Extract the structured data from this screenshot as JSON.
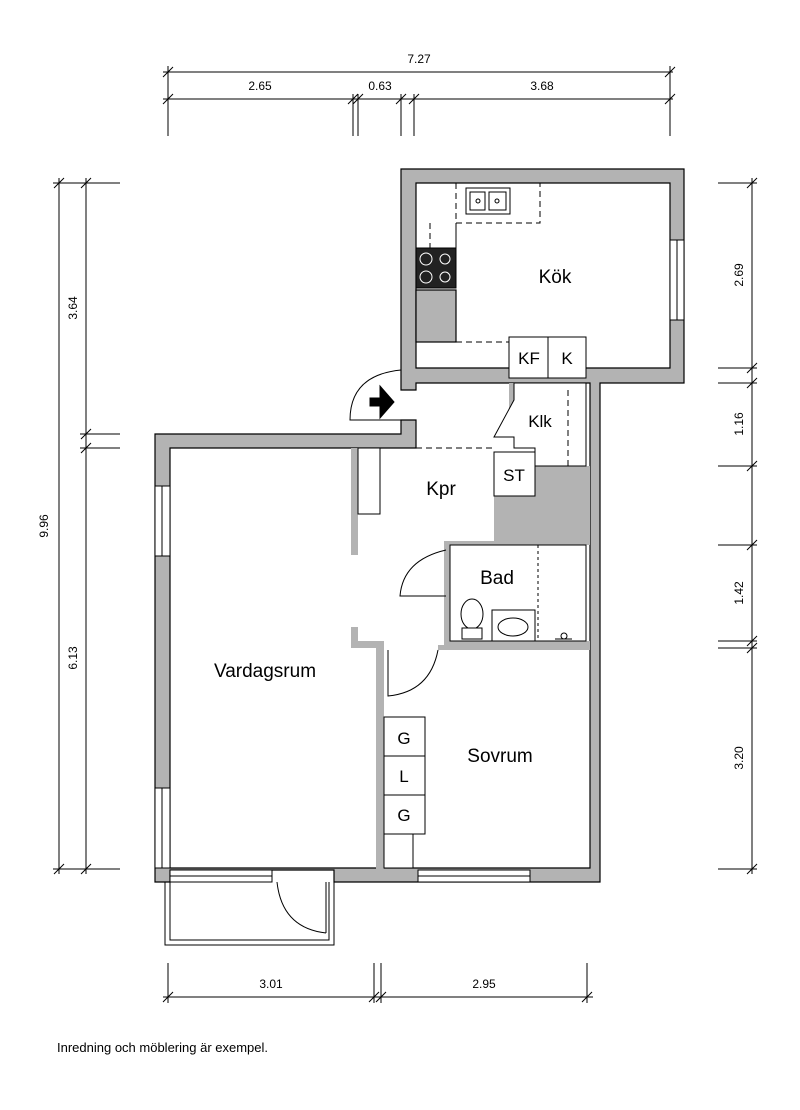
{
  "dimensions": {
    "top_total": "7.27",
    "top_left": "2.65",
    "top_mid": "0.63",
    "top_right": "3.68",
    "left_total": "9.96",
    "left_upper": "3.64",
    "left_lower": "6.13",
    "right_1": "2.69",
    "right_2": "1.16",
    "right_3": "1.42",
    "right_4": "3.20",
    "bottom_left": "3.01",
    "bottom_right": "2.95"
  },
  "rooms": {
    "kitchen": "Kök",
    "hall": "Kpr",
    "living": "Vardagsrum",
    "bath": "Bad",
    "bedroom": "Sovrum"
  },
  "units": {
    "fridge_freezer": "KF",
    "fridge": "K",
    "closet": "Klk",
    "storage": "ST",
    "wardrobe_1": "G",
    "wardrobe_2": "L",
    "wardrobe_3": "G"
  },
  "note": "Inredning och möblering är exempel.",
  "colors": {
    "wall": "#b3b3b3",
    "line": "#000000",
    "stove": "#222222"
  }
}
